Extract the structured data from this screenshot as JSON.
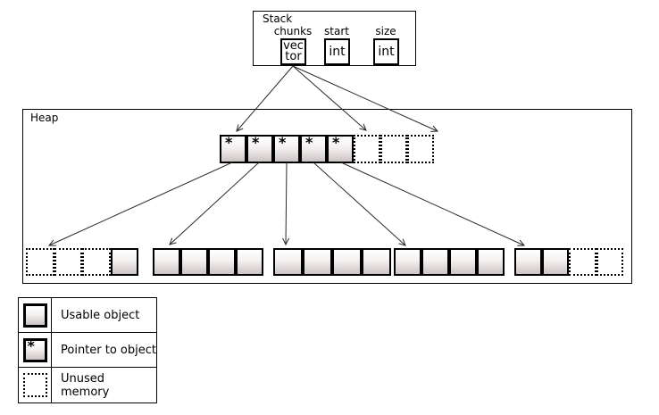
{
  "stack": {
    "title": "Stack",
    "fields": [
      {
        "label": "chunks",
        "type_lines": [
          "vec",
          "tor"
        ]
      },
      {
        "label": "start",
        "type_lines": [
          "int"
        ]
      },
      {
        "label": "size",
        "type_lines": [
          "int"
        ]
      }
    ]
  },
  "heap": {
    "title": "Heap",
    "pointer_symbol": "*",
    "chunk_array": {
      "cells": [
        "pointer",
        "pointer",
        "pointer",
        "pointer",
        "pointer",
        "unused",
        "unused",
        "unused"
      ]
    },
    "object_rows": [
      {
        "cells": [
          "unused",
          "unused",
          "unused",
          "usable"
        ]
      },
      {
        "cells": [
          "usable",
          "usable",
          "usable",
          "usable"
        ]
      },
      {
        "cells": [
          "usable",
          "usable",
          "usable",
          "usable"
        ]
      },
      {
        "cells": [
          "usable",
          "usable",
          "usable",
          "usable"
        ]
      },
      {
        "cells": [
          "usable",
          "usable",
          "unused",
          "unused"
        ]
      }
    ]
  },
  "legend": {
    "items": [
      {
        "type": "usable",
        "label": "Usable object"
      },
      {
        "type": "pointer",
        "label": "Pointer to object",
        "symbol": "*"
      },
      {
        "type": "unused",
        "label": "Unused memory"
      }
    ]
  },
  "colors": {
    "cell_gradient_top": "#ffffff",
    "cell_gradient_bottom": "#cdc4c4",
    "line": "#000000",
    "arrow": "#2a2a2a"
  }
}
